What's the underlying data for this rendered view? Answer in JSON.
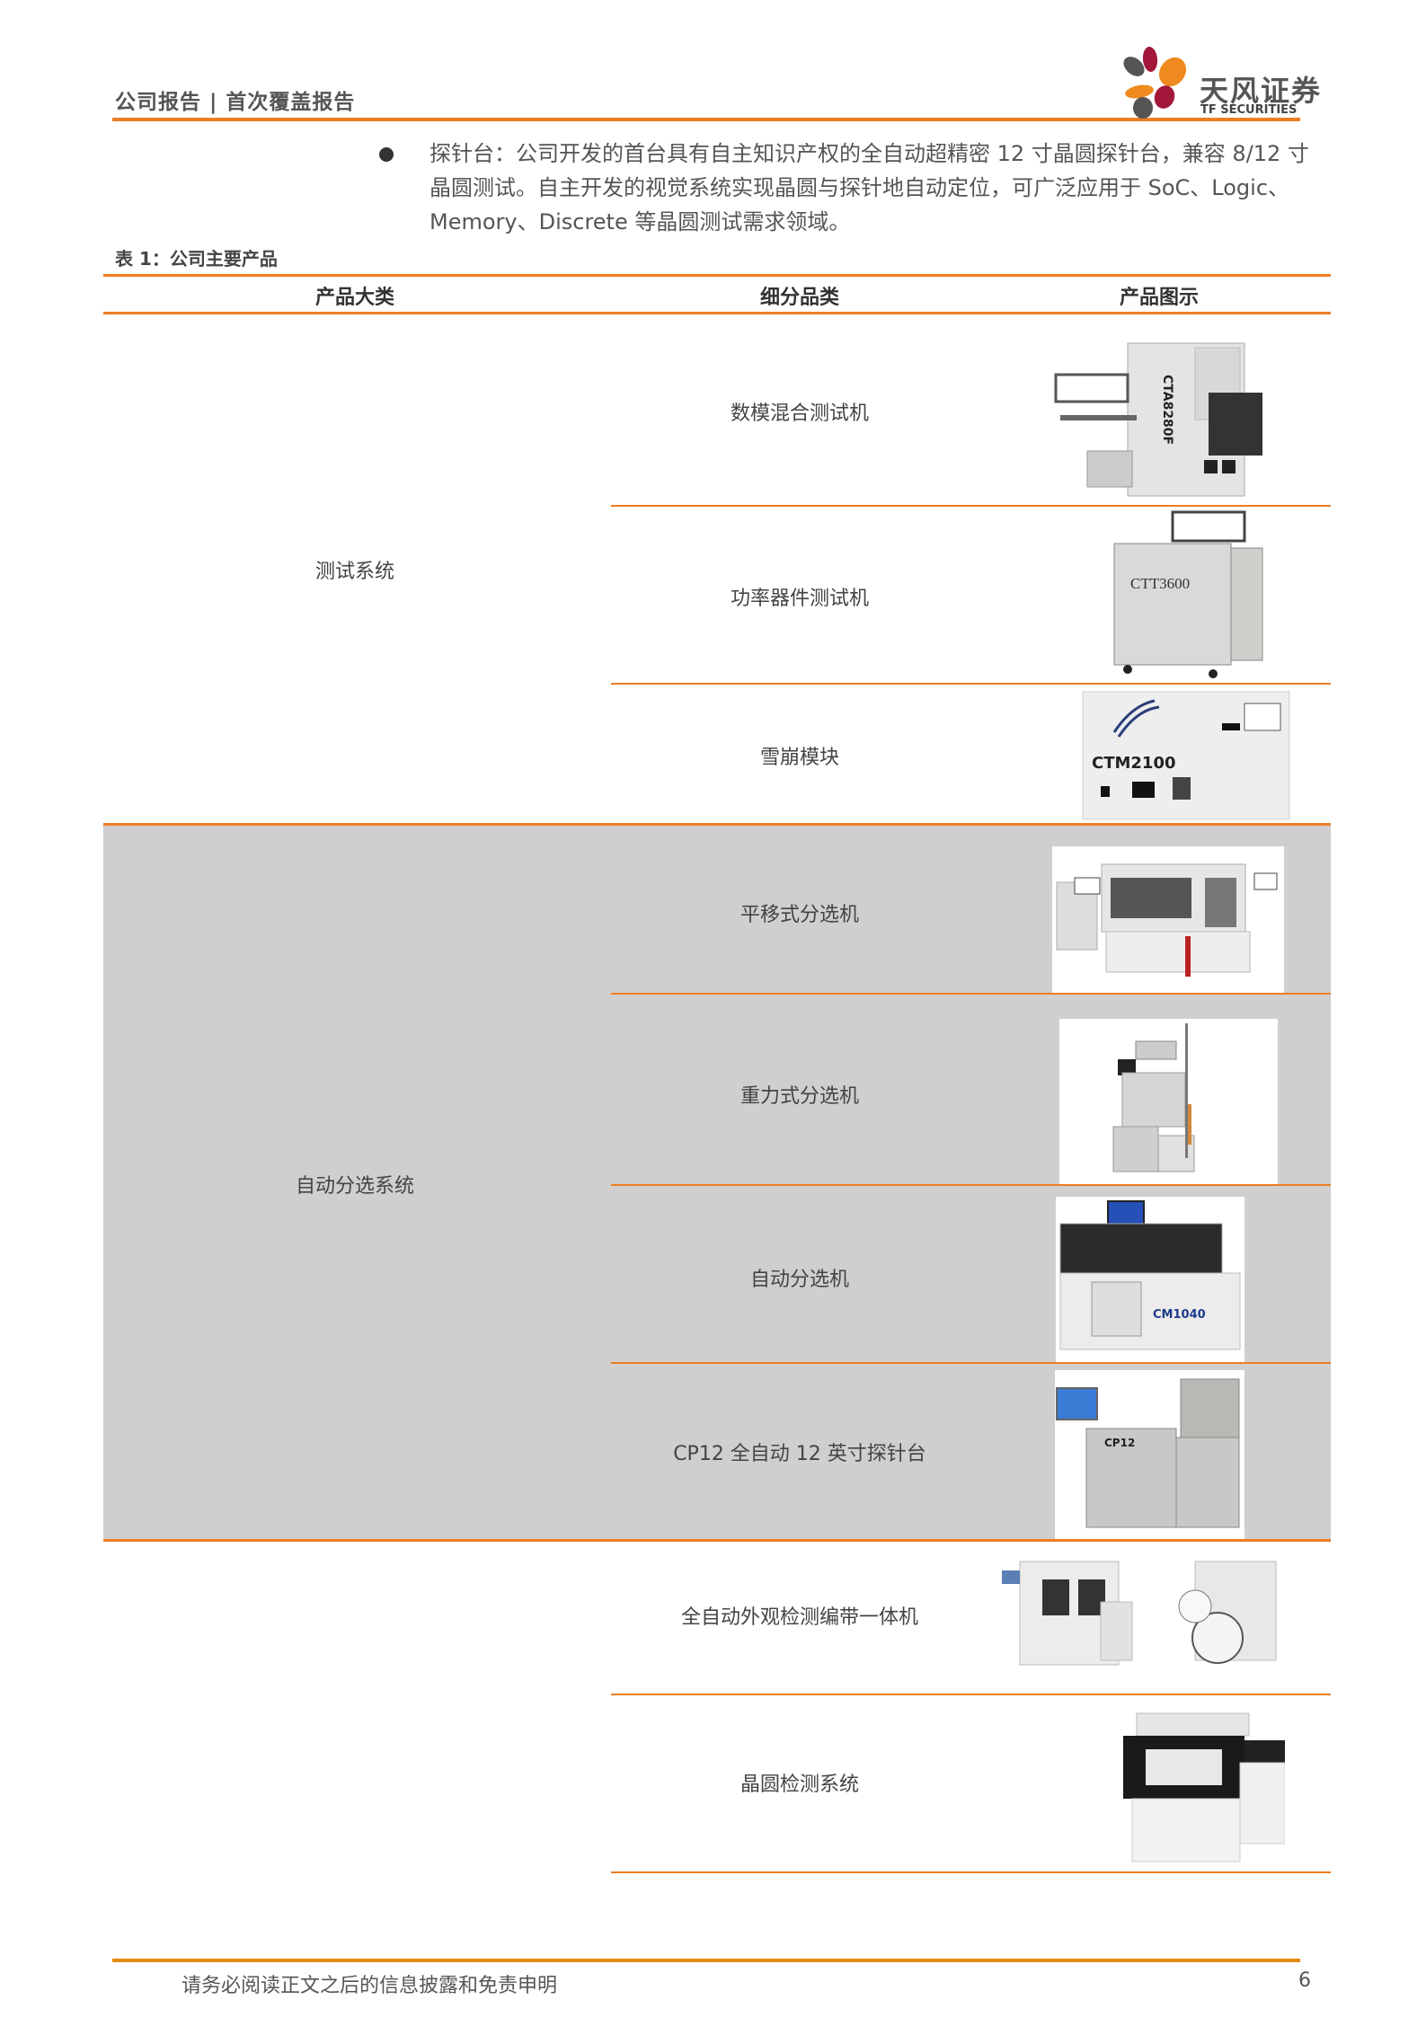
{
  "header": {
    "title": "公司报告 | 首次覆盖报告",
    "logo_cn": "天风证券",
    "logo_en": "TF SECURITIES",
    "accent_color": "#ED7D22"
  },
  "bullet": {
    "text": "探针台：公司开发的首台具有自主知识产权的全自动超精密 12 寸晶圆探针台，兼容 8/12 寸晶圆测试。自主开发的视觉系统实现晶圆与探针地自动定位，可广泛应用于 SoC、Logic、 Memory、Discrete 等晶圆测试需求领域。"
  },
  "table": {
    "caption": "表 1：公司主要产品",
    "headers": [
      "产品大类",
      "细分品类",
      "产品图示"
    ],
    "groups": [
      {
        "category": "测试系统",
        "items": [
          {
            "name": "数模混合测试机",
            "image_label": "CTA8280F"
          },
          {
            "name": "功率器件测试机",
            "image_label": "CTT3600"
          },
          {
            "name": "雪崩模块",
            "image_label": "CTM2100"
          }
        ]
      },
      {
        "category": "自动分选系统",
        "items": [
          {
            "name": "平移式分选机",
            "image_label": ""
          },
          {
            "name": "重力式分选机",
            "image_label": ""
          },
          {
            "name": "自动分选机",
            "image_label": "CM1040"
          },
          {
            "name": "CP12 全自动 12 英寸探针台",
            "image_label": "CP12"
          }
        ]
      },
      {
        "category": "",
        "items": [
          {
            "name": "全自动外观检测编带一体机",
            "image_label": ""
          },
          {
            "name": "晶圆检测系统",
            "image_label": ""
          }
        ]
      }
    ]
  },
  "footer": {
    "disclaimer": "请务必阅读正文之后的信息披露和免责申明",
    "page": "6"
  }
}
